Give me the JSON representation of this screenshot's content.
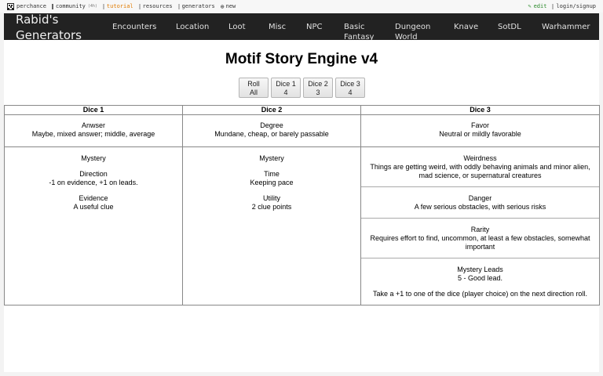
{
  "topbar": {
    "left": [
      {
        "icon": "dice-icon",
        "label": "perchance"
      },
      {
        "icon": "bar-icon",
        "label": "community",
        "badge": "(4h)"
      },
      {
        "icon": "bar-icon",
        "label": "tutorial"
      },
      {
        "icon": "bar-icon",
        "label": "resources"
      },
      {
        "icon": "bar-icon",
        "label": "generators"
      },
      {
        "icon": "globe-plus-icon",
        "label": "new"
      }
    ],
    "right": [
      {
        "icon": "pencil-icon",
        "label": "edit"
      },
      {
        "icon": "bar-icon",
        "label": "login/signup"
      }
    ]
  },
  "navbar": {
    "brand_line1": "Rabid's",
    "brand_line2": "Generators",
    "items": [
      {
        "line1": "Encounters",
        "line2": ""
      },
      {
        "line1": "Location",
        "line2": ""
      },
      {
        "line1": "Loot",
        "line2": ""
      },
      {
        "line1": "Misc",
        "line2": ""
      },
      {
        "line1": "NPC",
        "line2": ""
      },
      {
        "line1": "Basic",
        "line2": "Fantasy"
      },
      {
        "line1": "Dungeon",
        "line2": "World"
      },
      {
        "line1": "Knave",
        "line2": ""
      },
      {
        "line1": "SotDL",
        "line2": ""
      },
      {
        "line1": "Warhammer",
        "line2": ""
      }
    ]
  },
  "main": {
    "title": "Motif Story Engine v4",
    "buttons": [
      {
        "line1": "Roll",
        "line2": "All"
      },
      {
        "line1": "Dice 1",
        "line2": "4"
      },
      {
        "line1": "Dice 2",
        "line2": "3"
      },
      {
        "line1": "Dice 3",
        "line2": "4"
      }
    ],
    "table": {
      "headers": [
        "Dice 1",
        "Dice 2",
        "Dice 3"
      ],
      "row1": [
        {
          "title": "Anwser",
          "text": "Maybe, mixed answer; middle, average"
        },
        {
          "title": "Degree",
          "text": "Mundane, cheap, or barely passable"
        },
        {
          "title": "Favor",
          "text": "Neutral or mildly favorable"
        }
      ],
      "row2": {
        "dice1": {
          "heading": "Mystery",
          "direction_title": "Direction",
          "direction_text": "-1 on evidence, +1 on leads.",
          "evidence_title": "Evidence",
          "evidence_text": "A useful clue"
        },
        "dice2": {
          "heading": "Mystery",
          "time_title": "Time",
          "time_text": "Keeping pace",
          "utility_title": "Utility",
          "utility_text": "2 clue points"
        },
        "dice3": [
          {
            "title": "Weirdness",
            "text": "Things are getting weird, with oddly behaving animals and minor alien, mad science, or supernatural creatures"
          },
          {
            "title": "Danger",
            "text": "A few serious obstacles, with serious risks"
          },
          {
            "title": "Rarity",
            "text": "Requires effort to find, uncommon, at least a few obstacles, somewhat important"
          },
          {
            "title": "Mystery Leads",
            "text": "5 - Good lead.",
            "note": "Take a +1 to one of the dice (player choice) on the next direction roll."
          }
        ]
      }
    }
  },
  "colors": {
    "navbar_bg": "#222222",
    "tutorial": "#e07b00",
    "edit": "#2b8a2b"
  }
}
